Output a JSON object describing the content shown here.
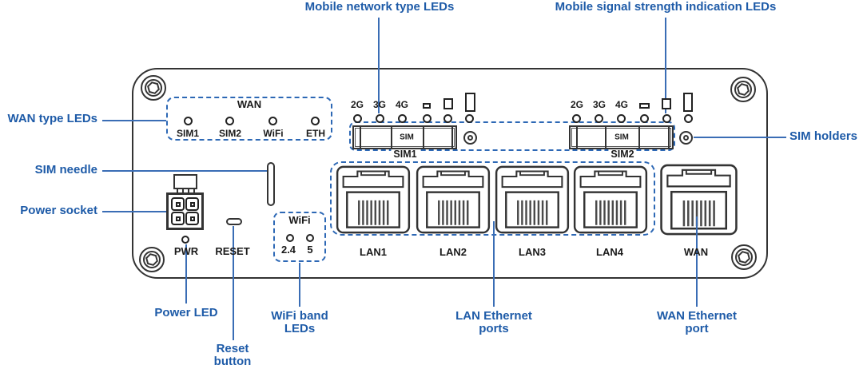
{
  "callouts": {
    "mobile_network_type": "Mobile network type LEDs",
    "mobile_signal_strength": "Mobile signal strength indication LEDs",
    "wan_type_leds": "WAN type LEDs",
    "sim_needle": "SIM needle",
    "power_socket": "Power socket",
    "sim_holders": "SIM holders",
    "power_led": "Power LED",
    "reset_line1": "Reset",
    "reset_line2": "button",
    "wifi_band_line1": "WiFi band",
    "wifi_band_line2": "LEDs",
    "lan_line1": "LAN Ethernet",
    "lan_line2": "ports",
    "wan_line1": "WAN Ethernet",
    "wan_line2": "port"
  },
  "panel": {
    "wan_group": {
      "title": "WAN",
      "led_labels": [
        "SIM1",
        "SIM2",
        "WiFi",
        "ETH"
      ]
    },
    "mobile_left": {
      "led_labels": [
        "2G",
        "3G",
        "4G"
      ]
    },
    "mobile_right": {
      "led_labels": [
        "2G",
        "3G",
        "4G"
      ]
    },
    "sim_tray_left": {
      "label": "SIM",
      "caption": "SIM1"
    },
    "sim_tray_right": {
      "label": "SIM",
      "caption": "SIM2"
    },
    "pwr_label": "PWR",
    "reset_label": "RESET",
    "wifi_group": {
      "title": "WiFi",
      "led_labels": [
        "2.4",
        "5"
      ]
    },
    "lan_labels": [
      "LAN1",
      "LAN2",
      "LAN3",
      "LAN4"
    ],
    "wan_port_label": "WAN"
  },
  "colors": {
    "callout_label_blue": "#1e5ba8",
    "callout_line_blue": "#3a6db5",
    "dashed_box_blue": "#2d68b5",
    "device_outline": "#333333",
    "panel_text": "#1a1a1a"
  }
}
